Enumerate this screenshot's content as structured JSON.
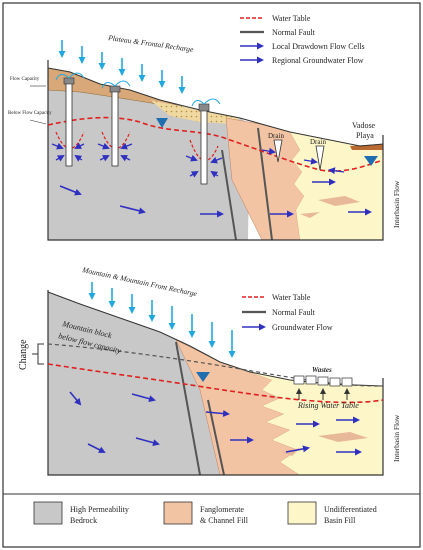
{
  "top_panel": {
    "recharge_label": "Plateau & Frontal Recharge",
    "flow_capacity_label": "Flow Capacity",
    "below_flow_capacity_label": "Below Flow Capacity",
    "drain_labels": [
      "Drain",
      "Drain"
    ],
    "vadose_label": "Vadose",
    "playa_label": "Playa",
    "interbasin_label": "Interbasin Flow",
    "legend": [
      {
        "id": "water-table",
        "label": "Water Table"
      },
      {
        "id": "normal-fault",
        "label": "Normal Fault"
      },
      {
        "id": "local-drawdown",
        "label": "Local Drawdown Flow Cells"
      },
      {
        "id": "regional-gw",
        "label": "Regional Groundwater Flow"
      }
    ]
  },
  "bottom_panel": {
    "recharge_label": "Mountain & Mountain Front Recharge",
    "change_label": "Change",
    "mountain_block_line1": "Mountain block",
    "mountain_block_line2": "below flow capacity",
    "wastes_label": "Wastes",
    "rising_label": "Rising Water Table",
    "interbasin_label": "Interbasin Flow",
    "legend": [
      {
        "id": "water-table",
        "label": "Water Table"
      },
      {
        "id": "normal-fault",
        "label": "Normal Fault"
      },
      {
        "id": "groundwater-flow",
        "label": "Groundwater Flow"
      }
    ]
  },
  "key": [
    {
      "id": "bedrock",
      "line1": "High Permeability",
      "line2": "Bedrock",
      "color": "#c8c8c8"
    },
    {
      "id": "fanglomerate",
      "line1": "Fanglomerate",
      "line2": "& Channel Fill",
      "color": "#f2c4a4"
    },
    {
      "id": "basin",
      "line1": "Undifferentiated",
      "line2": "Basin Fill",
      "color": "#fdf6c9"
    }
  ],
  "colors": {
    "water_table": "#e02020",
    "fault": "#555555",
    "flow_arrow": "#3030c0",
    "recharge_arrow": "#22a8e0",
    "water_marker": "#1f6fb0"
  }
}
